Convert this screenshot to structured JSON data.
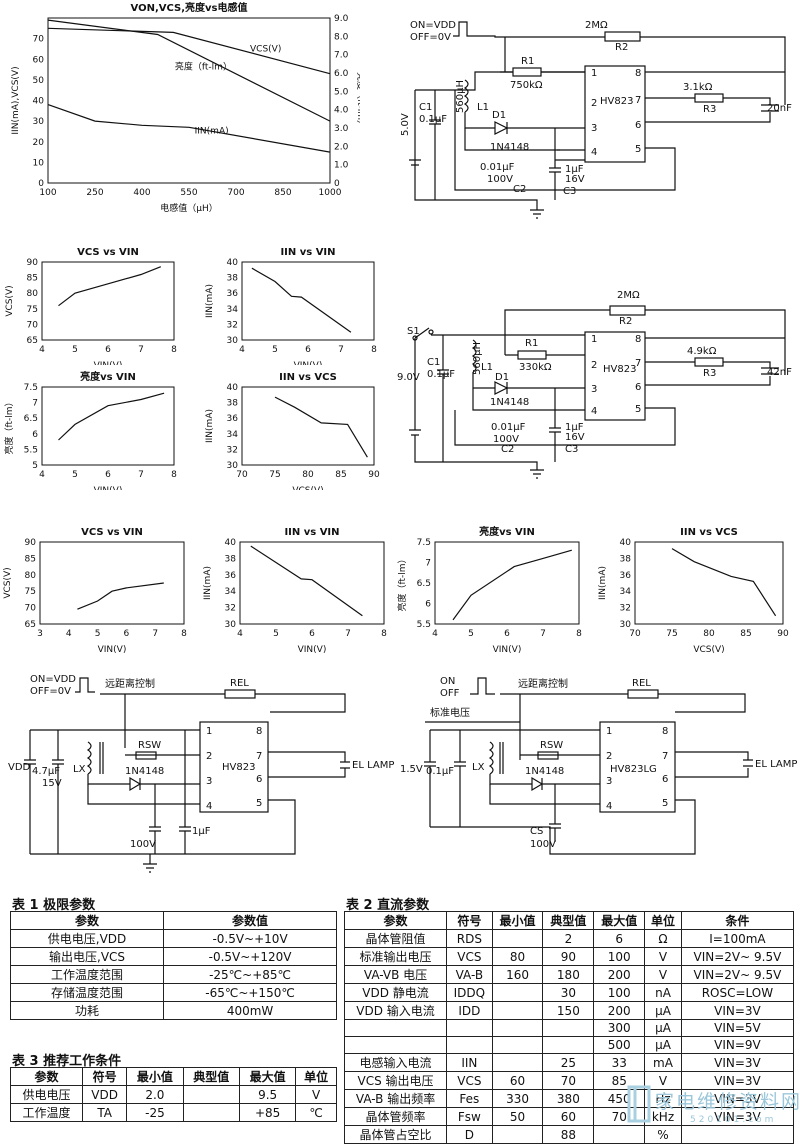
{
  "chart_data": [
    {
      "id": "c1",
      "type": "line",
      "title": "VON,VCS,亮度vs电感值",
      "xlabel": "电感值（μH）",
      "ylabel": "IIN(mA),VCS(V)",
      "ylabel2": "亮度（ft-lm）",
      "x_ticks": [
        "100",
        "250",
        "400",
        "550",
        "700",
        "850",
        "1000"
      ],
      "xlim": [
        100,
        1000
      ],
      "y_ticks": [
        "0",
        "10",
        "20",
        "30",
        "40",
        "50",
        "60",
        "70"
      ],
      "ylim": [
        0,
        80
      ],
      "y2_ticks": [
        "0",
        "1.0",
        "2.0",
        "3.0",
        "4.0",
        "5.0",
        "6.0",
        "7.0",
        "8.0",
        "9.0"
      ],
      "series": [
        {
          "name": "VCS(V)",
          "x": [
            100,
            500,
            1000
          ],
          "y": [
            75,
            73,
            53
          ]
        },
        {
          "name": "亮度（ft-lm）",
          "x": [
            100,
            450,
            1000
          ],
          "y": [
            79,
            72,
            30
          ]
        },
        {
          "name": "IIN(mA)",
          "x": [
            100,
            250,
            400,
            550,
            1000
          ],
          "y": [
            38,
            30,
            28,
            27,
            15
          ]
        }
      ]
    },
    {
      "id": "c2",
      "type": "line",
      "title": "VCS vs VIN",
      "xlabel": "VIN(V)",
      "ylabel": "VCS(V)",
      "x_ticks": [
        "4",
        "5",
        "6",
        "7",
        "8"
      ],
      "xlim": [
        4,
        8
      ],
      "y_ticks": [
        "65",
        "70",
        "75",
        "80",
        "85",
        "90"
      ],
      "ylim": [
        65,
        90
      ],
      "series": [
        {
          "x": [
            4.5,
            5,
            6,
            7,
            7.6
          ],
          "y": [
            76,
            80,
            83,
            86,
            88.5
          ]
        }
      ]
    },
    {
      "id": "c3",
      "type": "line",
      "title": "IIN vs VIN",
      "xlabel": "VIN(V)",
      "ylabel": "IIN(mA)",
      "x_ticks": [
        "4",
        "5",
        "6",
        "7",
        "8"
      ],
      "xlim": [
        4,
        8
      ],
      "y_ticks": [
        "30",
        "32",
        "34",
        "36",
        "38",
        "40"
      ],
      "ylim": [
        30,
        40
      ],
      "series": [
        {
          "x": [
            4.3,
            5,
            5.5,
            5.8,
            7.3
          ],
          "y": [
            39.2,
            37.5,
            35.6,
            35.5,
            31
          ]
        }
      ]
    },
    {
      "id": "c4",
      "type": "line",
      "title": "亮度vs VIN",
      "xlabel": "VIN(V)",
      "ylabel": "亮度（ft-lm）",
      "x_ticks": [
        "4",
        "5",
        "6",
        "7",
        "8"
      ],
      "xlim": [
        4,
        8
      ],
      "y_ticks": [
        "5",
        "5.5",
        "6",
        "6.5",
        "7",
        "7.5"
      ],
      "ylim": [
        5,
        7.5
      ],
      "series": [
        {
          "x": [
            4.5,
            5,
            6,
            7,
            7.7
          ],
          "y": [
            5.8,
            6.3,
            6.9,
            7.1,
            7.3
          ]
        }
      ]
    },
    {
      "id": "c5",
      "type": "line",
      "title": "IIN vs VCS",
      "xlabel": "VCS(V)",
      "ylabel": "IIN(mA)",
      "x_ticks": [
        "70",
        "75",
        "80",
        "85",
        "90"
      ],
      "xlim": [
        70,
        90
      ],
      "y_ticks": [
        "30",
        "32",
        "34",
        "36",
        "38",
        "40"
      ],
      "ylim": [
        30,
        40
      ],
      "series": [
        {
          "x": [
            75,
            78,
            82,
            86,
            89
          ],
          "y": [
            38.7,
            37.4,
            35.4,
            35.2,
            31
          ]
        }
      ]
    },
    {
      "id": "c6",
      "type": "line",
      "title": "VCS vs VIN",
      "xlabel": "VIN(V)",
      "ylabel": "VCS(V)",
      "x_ticks": [
        "3",
        "4",
        "5",
        "6",
        "7",
        "8"
      ],
      "xlim": [
        3,
        8
      ],
      "y_ticks": [
        "65",
        "70",
        "75",
        "80",
        "85",
        "90"
      ],
      "ylim": [
        65,
        90
      ],
      "series": [
        {
          "x": [
            4.3,
            5,
            5.5,
            6,
            7.3
          ],
          "y": [
            69.5,
            72,
            75,
            76,
            77.5
          ]
        }
      ]
    },
    {
      "id": "c7",
      "type": "line",
      "title": "IIN vs VIN",
      "xlabel": "VIN(V)",
      "ylabel": "IIN(mA)",
      "x_ticks": [
        "4",
        "5",
        "6",
        "7",
        "8"
      ],
      "xlim": [
        4,
        8
      ],
      "y_ticks": [
        "30",
        "32",
        "34",
        "36",
        "38",
        "40"
      ],
      "ylim": [
        30,
        40
      ],
      "series": [
        {
          "x": [
            4.3,
            5,
            5.7,
            6,
            7.4
          ],
          "y": [
            39.5,
            37.5,
            35.5,
            35.4,
            31
          ]
        }
      ]
    },
    {
      "id": "c8",
      "type": "line",
      "title": "亮度vs VIN",
      "xlabel": "VIN(V)",
      "ylabel": "亮度（ft-lm）",
      "x_ticks": [
        "4",
        "5",
        "6",
        "7",
        "8"
      ],
      "xlim": [
        4,
        8
      ],
      "y_ticks": [
        "5.5",
        "6",
        "6.5",
        "7",
        "7.5"
      ],
      "ylim": [
        5.5,
        7.5
      ],
      "series": [
        {
          "x": [
            4.5,
            5,
            6.2,
            7,
            7.8
          ],
          "y": [
            5.6,
            6.2,
            6.9,
            7.1,
            7.3
          ]
        }
      ]
    },
    {
      "id": "c9",
      "type": "line",
      "title": "IIN vs VCS",
      "xlabel": "VCS(V)",
      "ylabel": "IIN(mA)",
      "x_ticks": [
        "70",
        "75",
        "80",
        "85",
        "90"
      ],
      "xlim": [
        70,
        90
      ],
      "y_ticks": [
        "30",
        "32",
        "34",
        "36",
        "38",
        "40"
      ],
      "ylim": [
        30,
        40
      ],
      "series": [
        {
          "x": [
            75,
            78,
            83,
            86,
            89
          ],
          "y": [
            39.2,
            37.6,
            35.8,
            35.2,
            31
          ]
        }
      ]
    }
  ],
  "circuits": {
    "c1": {
      "on": "ON=VDD",
      "off": "OFF=0V",
      "r2": "2MΩ",
      "r2n": "R2",
      "r1": "R1",
      "r1v": "750kΩ",
      "r3": "3.1kΩ",
      "r3n": "R3",
      "cap_out": "20nF",
      "vs": "5.0V",
      "c1": "C1",
      "c1v": "0.1μF",
      "l": "560μH",
      "ln": "L1",
      "d1": "D1",
      "dp": "1N4148",
      "ic": "HV823",
      "c2v": "0.01μF",
      "c2b": "100V",
      "c2n": "C2",
      "c3v": "1μF",
      "c3b": "16V",
      "c3n": "C3",
      "p1": "1",
      "p2": "2",
      "p3": "3",
      "p4": "4",
      "p5": "5",
      "p6": "6",
      "p7": "7",
      "p8": "8"
    },
    "c2": {
      "s1": "S1",
      "r2": "2MΩ",
      "r2n": "R2",
      "r1": "R1",
      "r1v": "330kΩ",
      "r3": "4.9kΩ",
      "r3n": "R3",
      "cap_out": "42nF",
      "vs": "9.0V",
      "c1": "C1",
      "c1v": "0.1μF",
      "l": "560μH",
      "ln": "L1",
      "d1": "D1",
      "dp": "1N4148",
      "ic": "HV823",
      "c2v": "0.01μF",
      "c2b": "100V",
      "c2n": "C2",
      "c3v": "1μF",
      "c3b": "16V",
      "c3n": "C3",
      "p1": "1",
      "p2": "2",
      "p3": "3",
      "p4": "4",
      "p5": "5",
      "p6": "6",
      "p7": "7",
      "p8": "8"
    },
    "c3": {
      "on": "ON=VDD",
      "off": "OFF=0V",
      "remote": "远距离控制",
      "rel": "REL",
      "vdd": "VDD",
      "cap1": "4.7μF",
      "cap1b": "15V",
      "lx": "LX",
      "rsw": "RSW",
      "dp": "1N4148",
      "ic": "HV823",
      "el": "EL LAMP",
      "c100": "100V",
      "c1u": "1μF",
      "p1": "1",
      "p2": "2",
      "p3": "3",
      "p4": "4",
      "p5": "5",
      "p6": "6",
      "p7": "7",
      "p8": "8"
    },
    "c4": {
      "on": "ON",
      "off": "OFF",
      "remote": "远距离控制",
      "std": "标准电压",
      "rel": "REL",
      "vs": "1.5V",
      "cap1": "0.1μF",
      "lx": "LX",
      "rsw": "RSW",
      "dp": "1N4148",
      "ic": "HV823LG",
      "el": "EL LAMP",
      "cs": "CS",
      "c100": "100V",
      "p1": "1",
      "p2": "2",
      "p3": "3",
      "p4": "4",
      "p5": "5",
      "p6": "6",
      "p7": "7",
      "p8": "8"
    }
  },
  "table1": {
    "caption": "表 1  极限参数",
    "headers": [
      "参数",
      "参数值"
    ],
    "rows": [
      [
        "供电电压,VDD",
        "-0.5V~+10V"
      ],
      [
        "输出电压,VCS",
        "-0.5V~+120V"
      ],
      [
        "工作温度范围",
        "-25℃~+85℃"
      ],
      [
        "存储温度范围",
        "-65℃~+150℃"
      ],
      [
        "功耗",
        "400mW"
      ]
    ]
  },
  "table2": {
    "caption": "表 2  直流参数",
    "headers": [
      "参数",
      "符号",
      "最小值",
      "典型值",
      "最大值",
      "单位",
      "条件"
    ],
    "rows": [
      [
        "晶体管阻值",
        "RDS",
        "",
        "2",
        "6",
        "Ω",
        "I=100mA"
      ],
      [
        "标准输出电压",
        "VCS",
        "80",
        "90",
        "100",
        "V",
        "VIN=2V~ 9.5V"
      ],
      [
        "VA-VB 电压",
        "VA-B",
        "160",
        "180",
        "200",
        "V",
        "VIN=2V~ 9.5V"
      ],
      [
        "VDD 静电流",
        "IDDQ",
        "",
        "30",
        "100",
        "nA",
        "ROSC=LOW"
      ],
      [
        "VDD 输入电流",
        "IDD",
        "",
        "150",
        "200",
        "μA",
        "VIN=3V"
      ],
      [
        "",
        "",
        "",
        "",
        "300",
        "μA",
        "VIN=5V"
      ],
      [
        "",
        "",
        "",
        "",
        "500",
        "μA",
        "VIN=9V"
      ],
      [
        "电感输入电流",
        "IIN",
        "",
        "25",
        "33",
        "mA",
        "VIN=3V"
      ],
      [
        "VCS 输出电压",
        "VCS",
        "60",
        "70",
        "85",
        "V",
        "VIN=3V"
      ],
      [
        "VA-B 输出频率",
        "Fes",
        "330",
        "380",
        "450",
        "Hz",
        "VIN=3V"
      ],
      [
        "晶体管频率",
        "Fsw",
        "50",
        "60",
        "70",
        "kHz",
        "VIN=3V"
      ],
      [
        "晶体管占空比",
        "D",
        "",
        "88",
        "",
        "%",
        ""
      ]
    ]
  },
  "table3": {
    "caption": "表 3  推荐工作条件",
    "headers": [
      "参数",
      "符号",
      "最小值",
      "典型值",
      "最大值",
      "单位"
    ],
    "rows": [
      [
        "供电电压",
        "VDD",
        "2.0",
        "",
        "9.5",
        "V"
      ],
      [
        "工作温度",
        "TA",
        "-25",
        "",
        "+85",
        "℃"
      ]
    ]
  },
  "watermark": {
    "text": "家电维修资料网",
    "sub": "520101.com"
  }
}
